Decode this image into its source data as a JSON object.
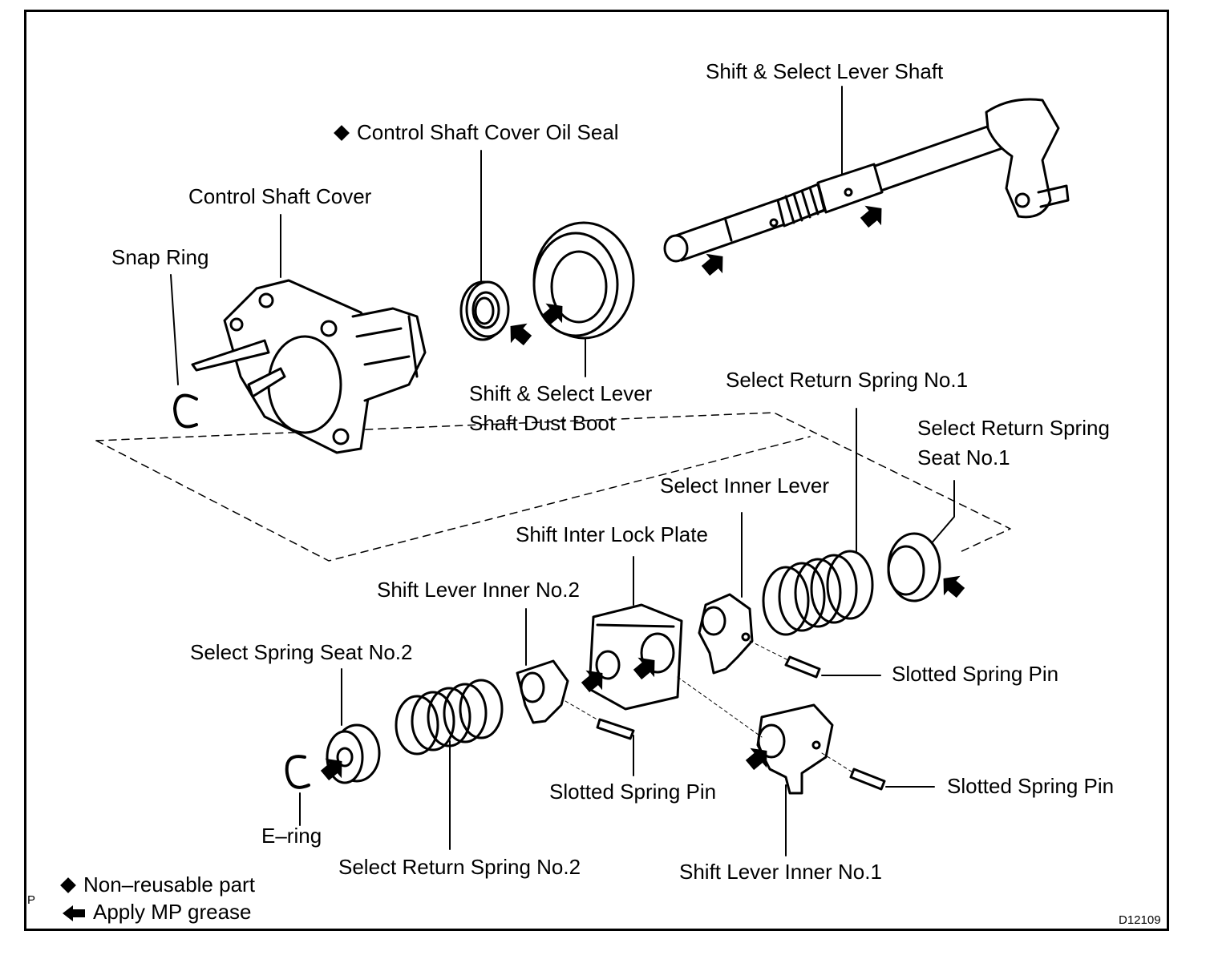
{
  "labels": {
    "shift_select_lever_shaft": "Shift & Select Lever Shaft",
    "control_shaft_cover_oil_seal": "Control Shaft Cover Oil Seal",
    "control_shaft_cover": "Control Shaft Cover",
    "snap_ring": "Snap Ring",
    "dust_boot_line1": "Shift & Select Lever",
    "dust_boot_line2": "Shaft Dust Boot",
    "select_return_spring_no1": "Select Return Spring No.1",
    "select_return_spring_seat_line1": "Select Return Spring",
    "select_return_spring_seat_line2": "Seat No.1",
    "select_inner_lever": "Select Inner Lever",
    "shift_inter_lock_plate": "Shift Inter Lock Plate",
    "shift_lever_inner_no2": "Shift Lever Inner No.2",
    "select_spring_seat_no2": "Select Spring Seat No.2",
    "slotted_spring_pin_a": "Slotted Spring Pin",
    "slotted_spring_pin_b": "Slotted Spring Pin",
    "slotted_spring_pin_c": "Slotted Spring Pin",
    "e_ring": "E–ring",
    "select_return_spring_no2": "Select Return Spring No.2",
    "shift_lever_inner_no1": "Shift Lever Inner No.1"
  },
  "legend": {
    "non_reusable": "Non–reusable part",
    "apply_grease": "Apply MP grease"
  },
  "corner_mark": "P",
  "figure_code": "D12109",
  "icons": {
    "non_reusable_marker": "diamond-icon",
    "grease_marker": "arrow-icon"
  }
}
